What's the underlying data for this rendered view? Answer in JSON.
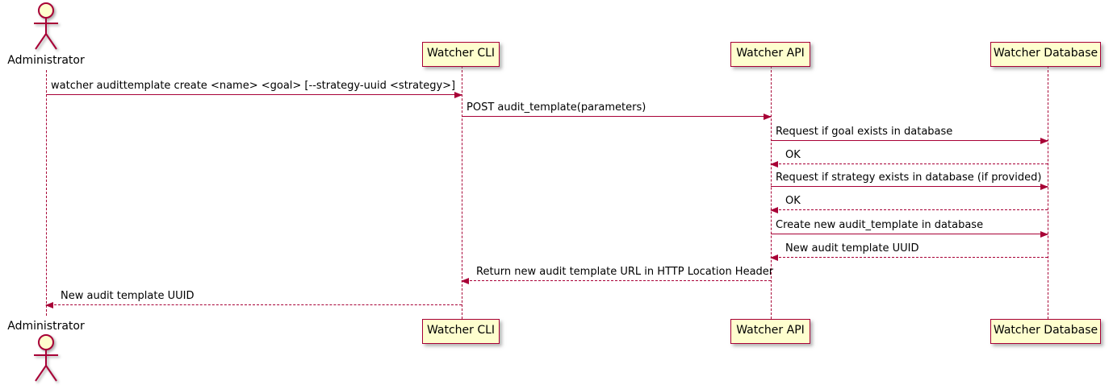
{
  "diagram": {
    "type": "sequence-diagram",
    "actor": {
      "name": "Administrator"
    },
    "participants": [
      {
        "name": "Watcher CLI"
      },
      {
        "name": "Watcher API"
      },
      {
        "name": "Watcher Database"
      }
    ],
    "messages": [
      {
        "from": "Administrator",
        "to": "Watcher CLI",
        "style": "solid",
        "label": "watcher audittemplate create <name> <goal> [--strategy-uuid <strategy>]"
      },
      {
        "from": "Watcher CLI",
        "to": "Watcher API",
        "style": "solid",
        "label": "POST audit_template(parameters)"
      },
      {
        "from": "Watcher API",
        "to": "Watcher Database",
        "style": "solid",
        "label": "Request if goal exists in database"
      },
      {
        "from": "Watcher Database",
        "to": "Watcher API",
        "style": "dashed",
        "label": "OK"
      },
      {
        "from": "Watcher API",
        "to": "Watcher Database",
        "style": "solid",
        "label": "Request if strategy exists in database (if provided)"
      },
      {
        "from": "Watcher Database",
        "to": "Watcher API",
        "style": "dashed",
        "label": "OK"
      },
      {
        "from": "Watcher API",
        "to": "Watcher Database",
        "style": "solid",
        "label": "Create new audit_template in database"
      },
      {
        "from": "Watcher Database",
        "to": "Watcher API",
        "style": "dashed",
        "label": "New audit template UUID"
      },
      {
        "from": "Watcher API",
        "to": "Watcher CLI",
        "style": "dashed",
        "label": "Return new audit template URL in HTTP Location Header"
      },
      {
        "from": "Watcher CLI",
        "to": "Administrator",
        "style": "dashed",
        "label": "New audit template UUID"
      }
    ],
    "colors": {
      "border": "#A80036",
      "participant_fill": "#FEFECE",
      "text": "#000000",
      "background": "#FFFFFF"
    }
  }
}
